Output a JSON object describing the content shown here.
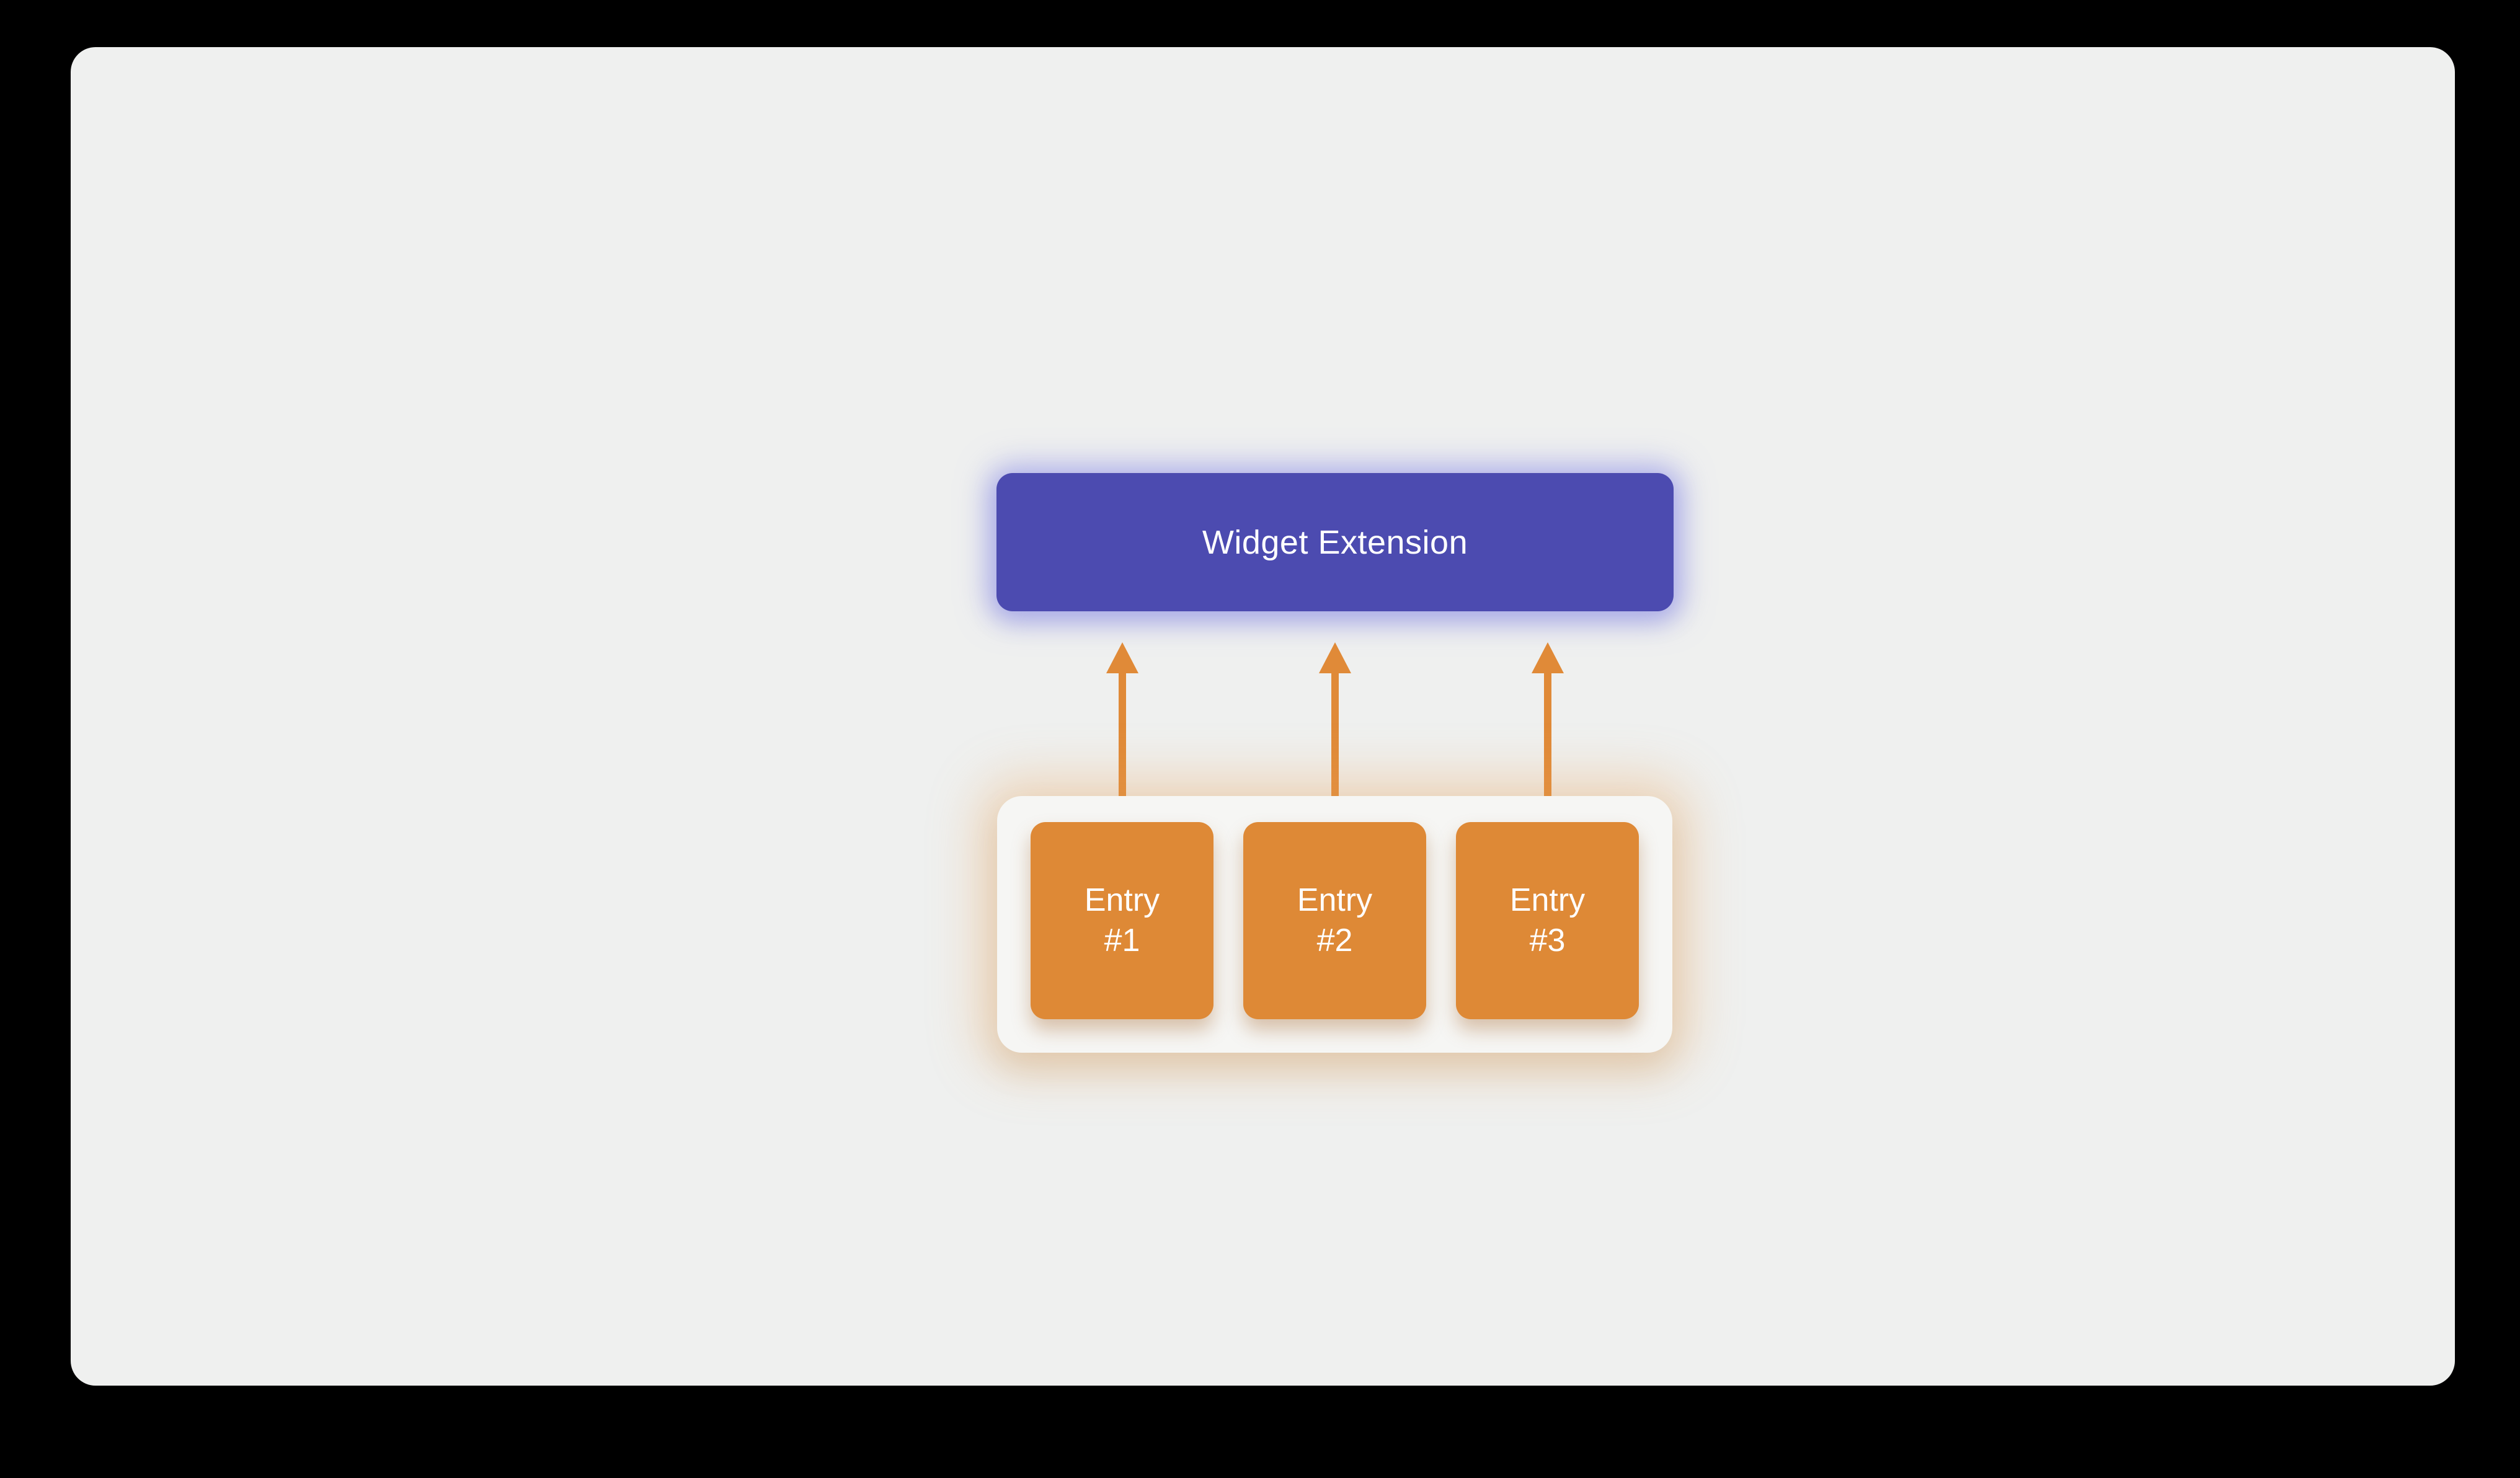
{
  "slide": {
    "background": "#000000",
    "panel_color": "#eff0ef"
  },
  "diagram": {
    "widget_box": {
      "label": "Widget Extension",
      "fill": "#4c4bb0",
      "text_color": "#ffffff"
    },
    "arrows": {
      "color": "#e08a38",
      "direction": "up",
      "count": 3
    },
    "entries_container": {
      "fill": "#f6f6f4",
      "glow_color": "#eaa45a"
    },
    "entry_fill": "#de8936",
    "entry_text_color": "#ffffff",
    "entries": [
      {
        "line1": "Entry",
        "line2": "#1"
      },
      {
        "line1": "Entry",
        "line2": "#2"
      },
      {
        "line1": "Entry",
        "line2": "#3"
      }
    ]
  }
}
